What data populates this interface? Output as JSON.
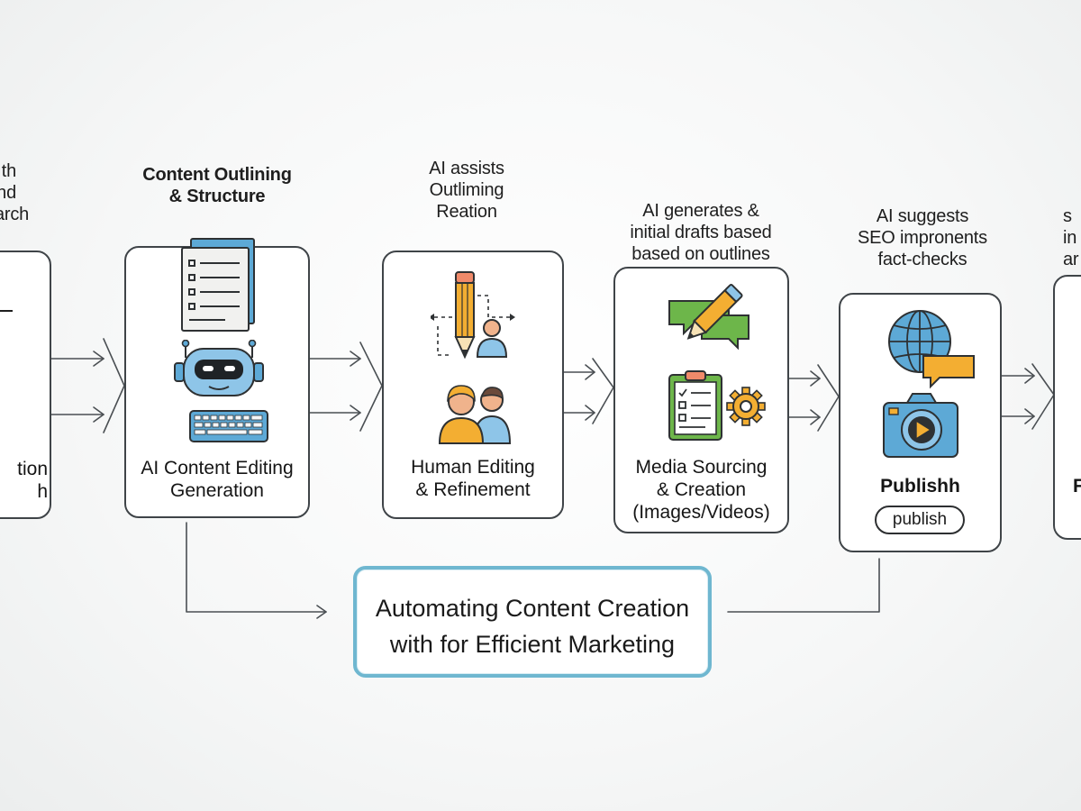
{
  "title": {
    "line1": "Automating Content Creation",
    "line2": "with for Efficient Marketing"
  },
  "captions": {
    "left_edge": "th\nnd\narch",
    "step2": "Content Outlining\n& Structure",
    "step3": "AI assists\nOutliming\nReation",
    "step4": "AI generates &\ninitial drafts based\nbased on outlines",
    "step5": "AI suggests\nSEO impronents\nfact-checks",
    "right_edge": "s\nin\nar"
  },
  "cards": {
    "card1": {
      "label": "tion\nh"
    },
    "card2": {
      "label": "AI Content Editing\nGeneration"
    },
    "card3": {
      "label": "Human Editing\n& Refinement"
    },
    "card4": {
      "label": "Media Sourcing\n& Creation\n(Images/Videos)"
    },
    "card5": {
      "label": "Publishh",
      "button": "publish"
    },
    "card6": {
      "label": "F"
    }
  },
  "icons": {
    "card2": [
      "document-stack-icon",
      "robot-icon",
      "keyboard-icon"
    ],
    "card3": [
      "pencil-icon",
      "person-icon",
      "people-icon"
    ],
    "card4": [
      "pencil-chat-icon",
      "clipboard-icon",
      "gear-icon"
    ],
    "card5": [
      "globe-icon",
      "chat-bubble-icon",
      "camera-video-icon"
    ]
  },
  "colors": {
    "outline": "#3f4448",
    "blue": "#5da9d6",
    "green": "#6db64a",
    "orange": "#f3ae32",
    "center_border": "#6fb7d0"
  }
}
